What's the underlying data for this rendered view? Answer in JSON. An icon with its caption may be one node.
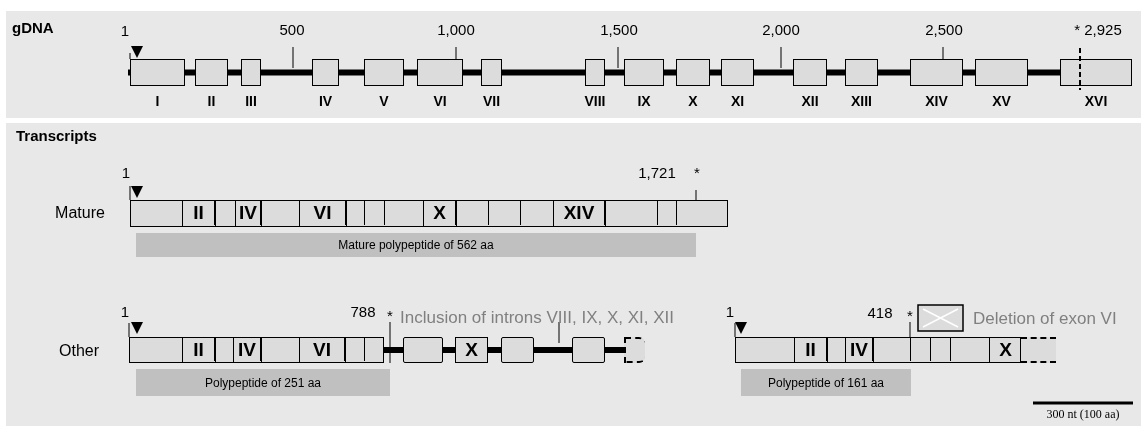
{
  "diagram": {
    "nodes": [
      {
        "text": [
          "gDNA"
        ]
      },
      {
        "text": [
          "I"
        ],
        "in": 0
      },
      {
        "text": [
          "II"
        ],
        "in": 0
      },
      {
        "text": [
          "III"
        ],
        "in": 0
      },
      {
        "text": [
          "IV"
        ],
        "in": 0
      },
      {
        "text": [
          "V"
        ],
        "in": 0
      },
      {
        "text": [
          "VI"
        ],
        "in": 0
      },
      {
        "text": [
          "VII"
        ],
        "in": 0
      },
      {
        "text": [
          "VIII"
        ],
        "in": 0
      },
      {
        "text": [
          "IX"
        ],
        "in": 0
      },
      {
        "text": [
          "X"
        ],
        "in": 0
      },
      {
        "text": [
          "XI"
        ],
        "in": 0
      },
      {
        "text": [
          "XII"
        ],
        "in": 0
      },
      {
        "text": [
          "XIII"
        ],
        "in": 0
      },
      {
        "text": [
          "XIV"
        ],
        "in": 0
      },
      {
        "text": [
          "XV"
        ],
        "in": 0
      },
      {
        "text": [
          "XVI"
        ],
        "in": 0
      },
      {
        "text": [
          "Transcripts"
        ]
      },
      {
        "text": [],
        "shape": "bar",
        "beside": [
          "Mature"
        ],
        "in": 17
      },
      {
        "text": [
          "II"
        ],
        "in": 18
      },
      {
        "text": [
          "IV"
        ],
        "in": 18
      },
      {
        "text": [
          "VI"
        ],
        "in": 18
      },
      {
        "text": [
          "X"
        ],
        "in": 18
      },
      {
        "text": [
          "XIV"
        ],
        "in": 18
      },
      {
        "text": [
          "Mature polypeptide of 562 aa"
        ],
        "in": 17
      },
      {
        "text": [],
        "shape": "bar",
        "beside": [
          "Other"
        ],
        "in": 17
      },
      {
        "text": [
          "II"
        ],
        "in": 25
      },
      {
        "text": [
          "IV"
        ],
        "in": 25
      },
      {
        "text": [
          "VI"
        ],
        "in": 25
      },
      {
        "text": [],
        "shape": "box",
        "in": 17
      },
      {
        "text": [
          "X"
        ],
        "in": 17
      },
      {
        "text": [],
        "shape": "box",
        "in": 17
      },
      {
        "text": [],
        "shape": "box",
        "in": 17
      },
      {
        "text": [],
        "shape": "box",
        "in": 17
      },
      {
        "text": [
          "Polypeptide of 251 aa"
        ],
        "in": 17
      },
      {
        "text": [],
        "shape": "bar",
        "in": 17
      },
      {
        "text": [
          "II"
        ],
        "in": 35
      },
      {
        "text": [
          "IV"
        ],
        "in": 35
      },
      {
        "text": [
          "X"
        ],
        "in": 35
      },
      {
        "text": [],
        "shape": "box",
        "in": 17
      },
      {
        "text": [
          "Polypeptide of 161 aa"
        ],
        "in": 17
      }
    ],
    "edges": [
      {
        "from": 1,
        "to": 2,
        "arrow": "none"
      },
      {
        "from": 2,
        "to": 3,
        "arrow": "none"
      },
      {
        "from": 3,
        "to": 4,
        "arrow": "none"
      },
      {
        "from": 4,
        "to": 5,
        "arrow": "none"
      },
      {
        "from": 5,
        "to": 6,
        "arrow": "none"
      },
      {
        "from": 6,
        "to": 7,
        "arrow": "none"
      },
      {
        "from": 7,
        "to": 8,
        "arrow": "none"
      },
      {
        "from": 8,
        "to": 9,
        "arrow": "none"
      },
      {
        "from": 9,
        "to": 10,
        "arrow": "none"
      },
      {
        "from": 10,
        "to": 11,
        "arrow": "none"
      },
      {
        "from": 11,
        "to": 12,
        "arrow": "none"
      },
      {
        "from": 12,
        "to": 13,
        "arrow": "none"
      },
      {
        "from": 13,
        "to": 14,
        "arrow": "none"
      },
      {
        "from": 14,
        "to": 15,
        "arrow": "none"
      },
      {
        "from": 15,
        "to": 16,
        "arrow": "none"
      },
      {
        "from": 25,
        "to": 29,
        "arrow": "none"
      },
      {
        "from": 29,
        "to": 30,
        "arrow": "none"
      },
      {
        "from": 30,
        "to": 31,
        "arrow": "none"
      },
      {
        "from": 31,
        "to": 32,
        "arrow": "none"
      },
      {
        "from": 32,
        "to": 33,
        "arrow": "none"
      }
    ],
    "labels": [
      "1",
      "500",
      "1,000",
      "1,500",
      "2,000",
      "2,500",
      "* 2,925",
      "1",
      "1,721",
      "*",
      "1",
      "788",
      "*",
      "Inclusion of introns VIII, IX, X, XI, XII",
      "1",
      "418",
      "*",
      "300 nt (100 aa)"
    ],
    "legend": [
      {
        "text": "Deletion of exon VI"
      }
    ]
  }
}
